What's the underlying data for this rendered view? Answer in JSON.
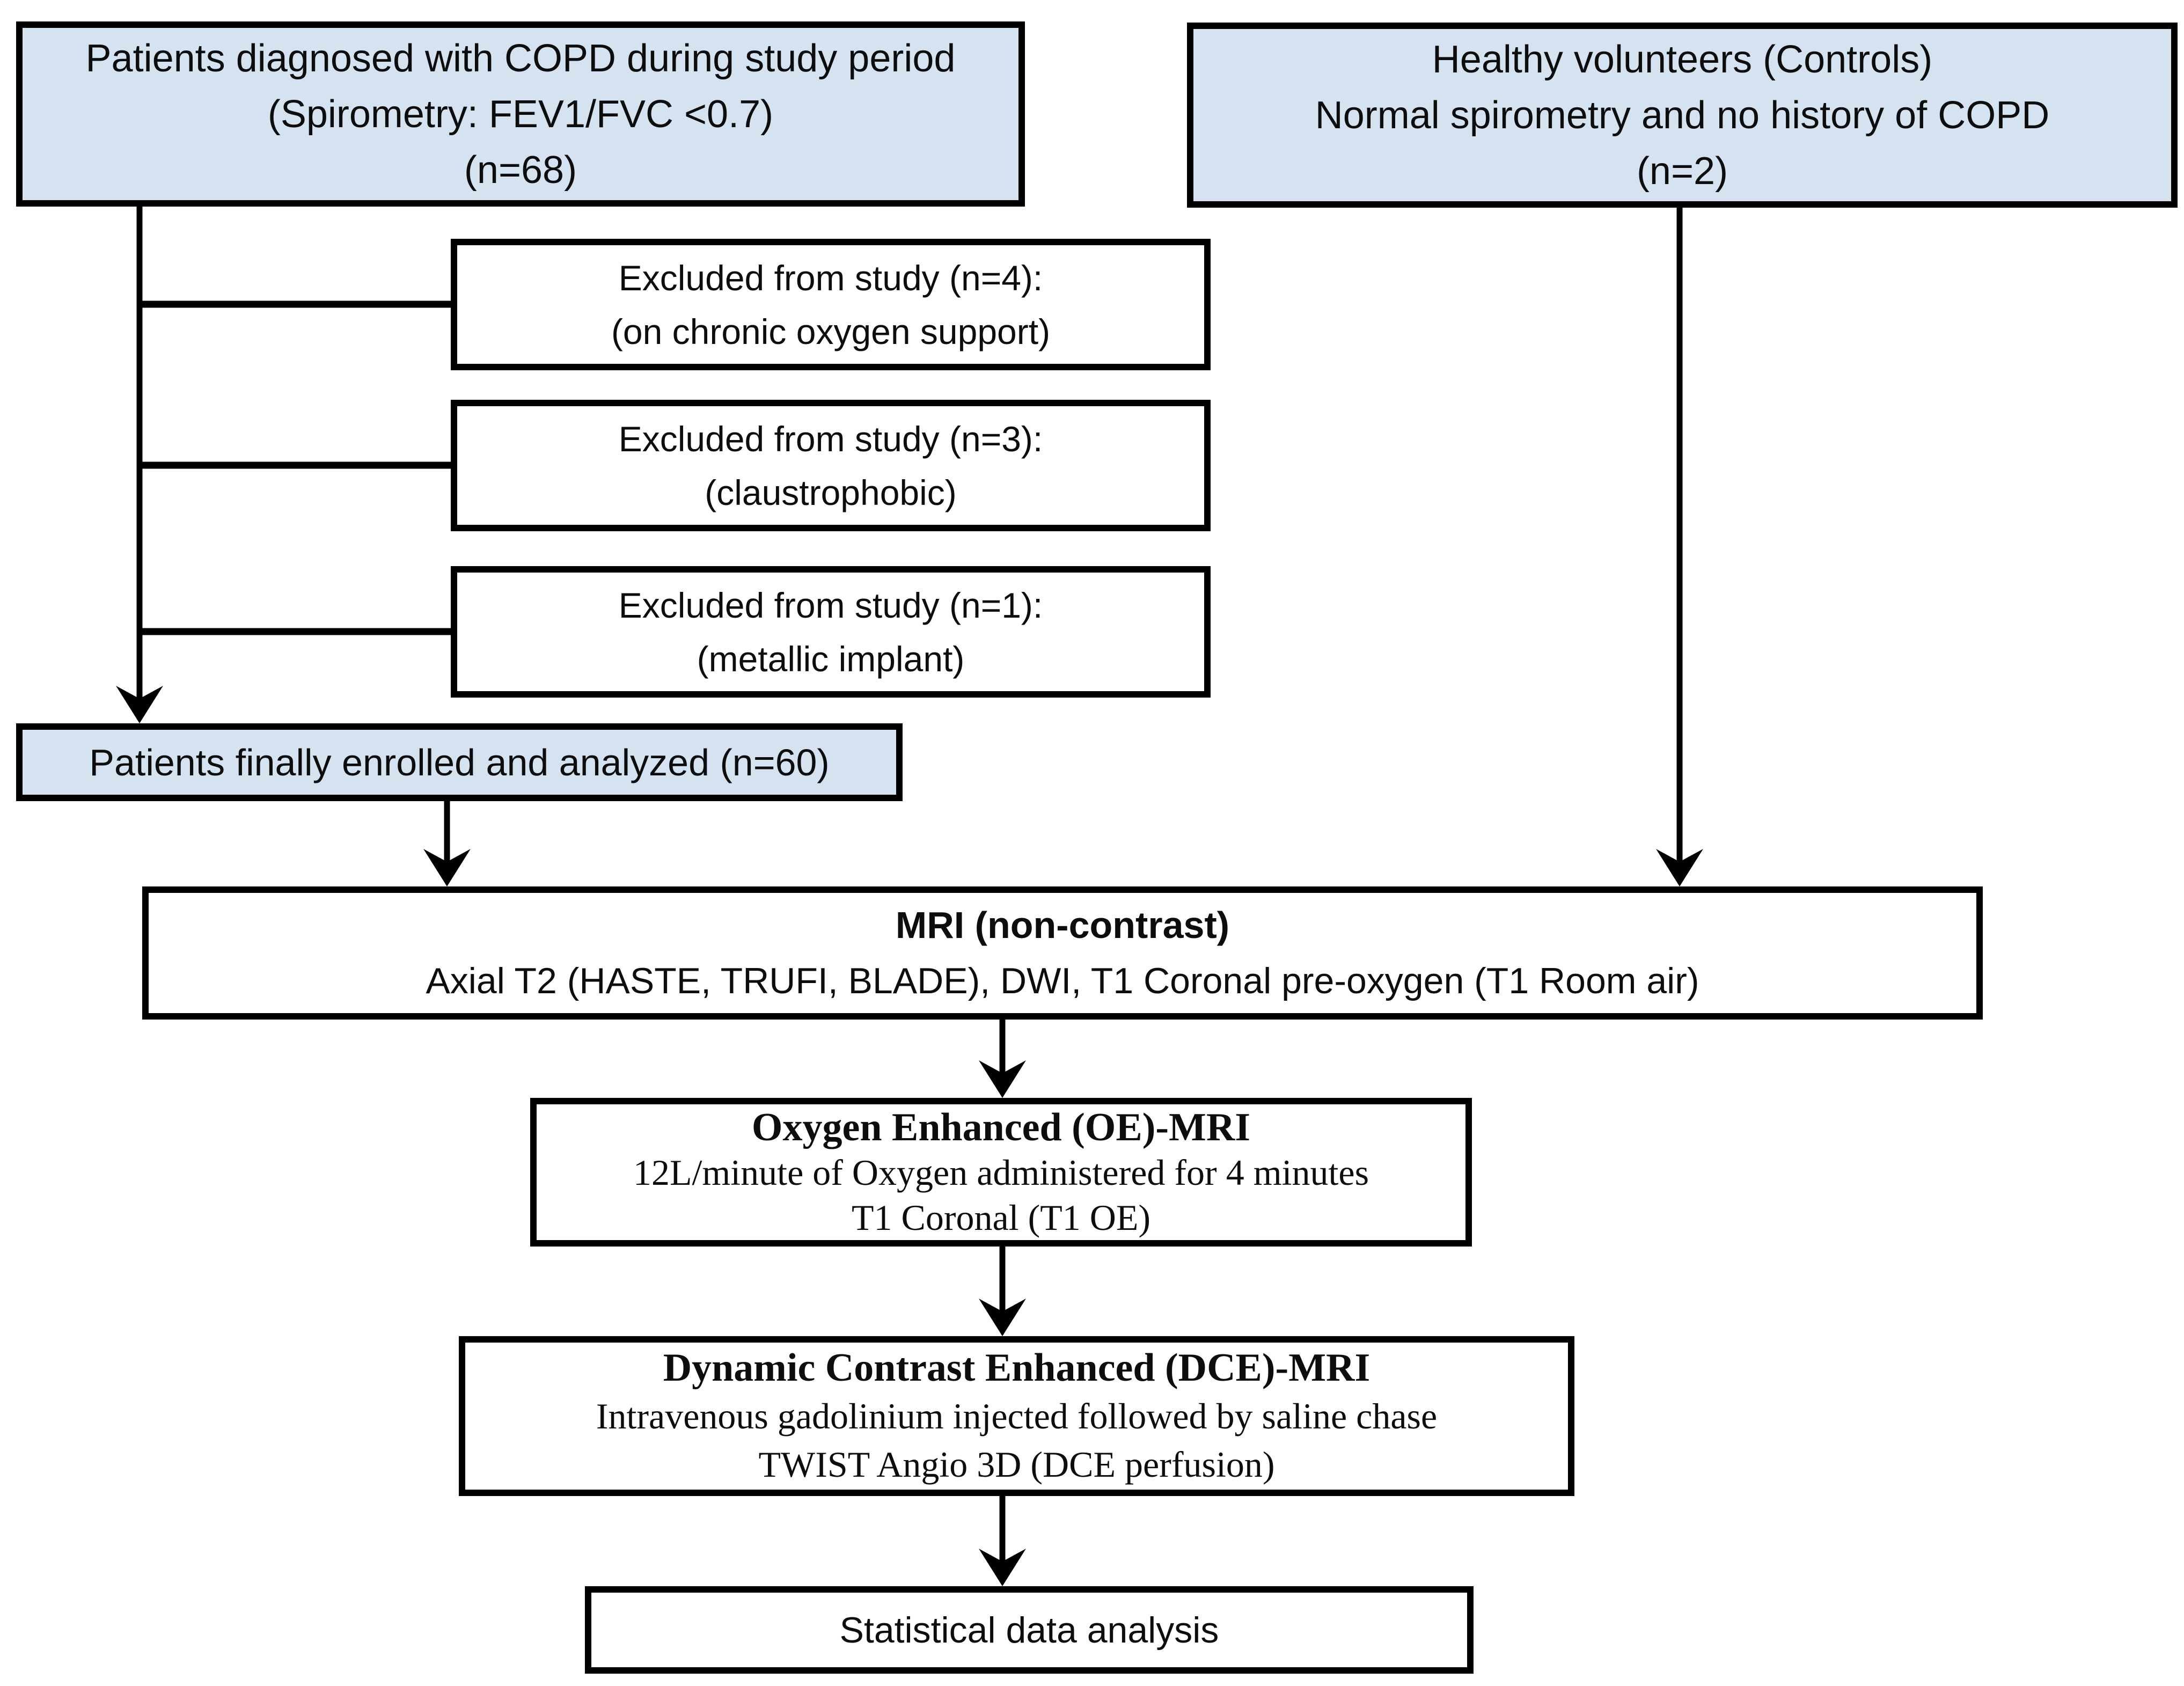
{
  "colors": {
    "highlight_fill": "#d5e2f0",
    "box_fill": "#ffffff",
    "border": "#000000",
    "text": "#0d0d0d",
    "background": "#ffffff"
  },
  "nodes": {
    "copd_patients": {
      "lines": [
        "Patients diagnosed with COPD during study period",
        "(Spirometry: FEV1/FVC <0.7)",
        "(n=68)"
      ]
    },
    "healthy_controls": {
      "lines": [
        "Healthy volunteers (Controls)",
        "Normal spirometry and no history of COPD",
        "(n=2)"
      ]
    },
    "excluded_oxygen": {
      "lines": [
        "Excluded from study (n=4):",
        "(on chronic oxygen support)"
      ]
    },
    "excluded_claustrophobic": {
      "lines": [
        "Excluded from study (n=3):",
        "(claustrophobic)"
      ]
    },
    "excluded_implant": {
      "lines": [
        "Excluded from study (n=1):",
        "(metallic implant)"
      ]
    },
    "enrolled": {
      "lines": [
        "Patients finally enrolled and analyzed (n=60)"
      ]
    },
    "mri_noncontrast": {
      "title": "MRI (non-contrast)",
      "lines": [
        "Axial T2 (HASTE, TRUFI, BLADE), DWI, T1 Coronal pre-oxygen (T1 Room air)"
      ]
    },
    "oe_mri": {
      "title": "Oxygen Enhanced (OE)-MRI",
      "lines": [
        "12L/minute of Oxygen administered for 4 minutes",
        "T1 Coronal (T1 OE)"
      ]
    },
    "dce_mri": {
      "title": "Dynamic Contrast Enhanced (DCE)-MRI",
      "lines": [
        "Intravenous gadolinium injected followed by saline chase",
        "TWIST Angio 3D (DCE perfusion)"
      ]
    },
    "statistics": {
      "lines": [
        "Statistical data analysis"
      ]
    }
  }
}
